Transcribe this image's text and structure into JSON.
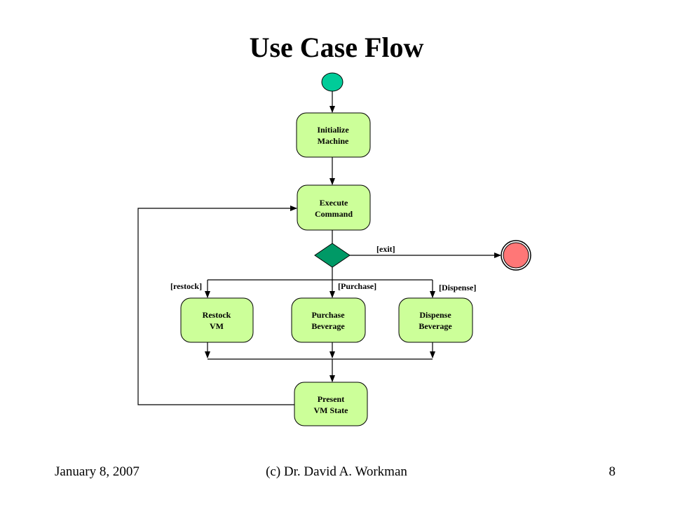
{
  "slide": {
    "title": "Use Case Flow"
  },
  "diagram": {
    "nodes": {
      "initialize": {
        "line1": "Initialize",
        "line2": "Machine"
      },
      "execute": {
        "line1": "Execute",
        "line2": "Command"
      },
      "restock": {
        "line1": "Restock",
        "line2": "VM"
      },
      "purchase": {
        "line1": "Purchase",
        "line2": "Beverage"
      },
      "dispense": {
        "line1": "Dispense",
        "line2": "Beverage"
      },
      "present": {
        "line1": "Present",
        "line2": "VM State"
      }
    },
    "guards": {
      "exit": "[exit]",
      "restock": "[restock]",
      "purchase": "[Purchase]",
      "dispense": "[Dispense]"
    },
    "colors": {
      "start_node": "#00cc99",
      "activity_fill": "#ccff99",
      "decision_fill": "#009966",
      "end_node": "#ff7777"
    }
  },
  "footer": {
    "date": "January 8, 2007",
    "author": "(c) Dr. David A. Workman",
    "page": "8"
  }
}
